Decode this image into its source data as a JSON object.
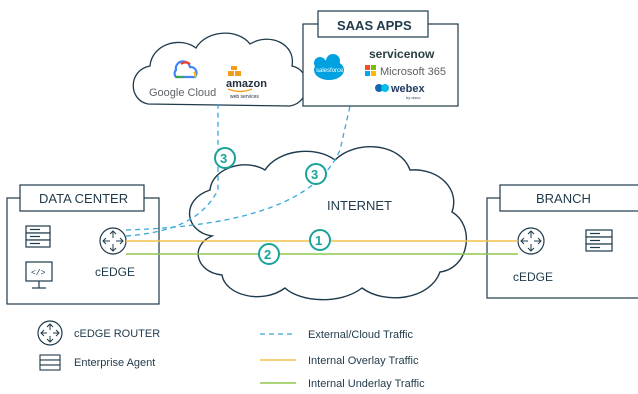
{
  "cloud_providers": {
    "google": {
      "name": "Google Cloud"
    },
    "aws": {
      "name": "amazon",
      "sub": "web services"
    }
  },
  "saas": {
    "title": "SAAS APPS",
    "servicenow": "servicenow",
    "salesforce": "salesforce",
    "microsoft": "Microsoft 365",
    "webex": "webex",
    "webex_sub": "by cisco"
  },
  "internet": {
    "label": "INTERNET"
  },
  "data_center": {
    "title": "DATA CENTER",
    "edge_label": "cEDGE",
    "code_glyph": "</>"
  },
  "branch": {
    "title": "BRANCH",
    "edge_label": "cEDGE"
  },
  "markers": {
    "one": "1",
    "two": "2",
    "three": "3"
  },
  "legend": {
    "router": "cEDGE ROUTER",
    "agent": "Enterprise Agent",
    "external": "External/Cloud Traffic",
    "overlay": "Internal Overlay Traffic",
    "underlay": "Internal Underlay Traffic"
  },
  "colors": {
    "dark": "#1f3a4a",
    "teal": "#1aa39a",
    "blue_dash": "#3aa8d8",
    "overlay": "#f1c24b",
    "underlay": "#8fc74a"
  }
}
